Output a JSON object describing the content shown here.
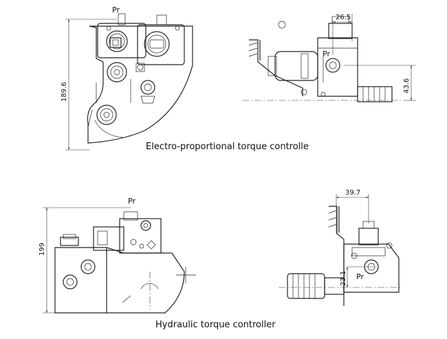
{
  "captions": {
    "electro": "Electro-proportional torque controlle",
    "hydraulic": "Hydraulic torque controller"
  },
  "port_labels": {
    "electro_side": "Pr",
    "electro_front": "Pr",
    "hydraulic_side": "Pr",
    "hydraulic_front": "Pr"
  },
  "dimensions": {
    "electro_height": "189.6",
    "electro_width": "26.5",
    "electro_offset": "43.6",
    "hydraulic_height": "199",
    "hydraulic_width": "39.7",
    "hydraulic_offset": "23.1"
  }
}
